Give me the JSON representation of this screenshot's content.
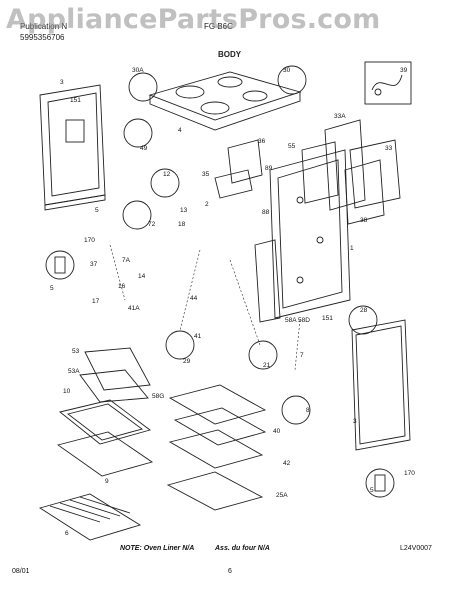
{
  "watermark": "AppliancePartsPros.com",
  "header": {
    "brand": "Publication N",
    "code": "FG  B6C",
    "pub_number": "5995356706",
    "section": "BODY"
  },
  "callouts": [
    "30A",
    "30",
    "39",
    "3",
    "151",
    "4",
    "49",
    "33A",
    "33",
    "55",
    "36",
    "12",
    "35",
    "89",
    "38",
    "88",
    "5",
    "72",
    "13",
    "2",
    "18",
    "170",
    "7A",
    "37",
    "1",
    "14",
    "16",
    "17",
    "41A",
    "44",
    "5",
    "58A",
    "58D",
    "41",
    "151",
    "28",
    "29",
    "21",
    "7",
    "53",
    "53A",
    "58G",
    "10",
    "8",
    "40",
    "9",
    "42",
    "3",
    "170",
    "5",
    "25A",
    "6"
  ],
  "footer": {
    "note": "NOTE: Oven Liner N/A",
    "note_fr": "Ass. du four N/A",
    "diagram_id": "L24V0007",
    "date": "08/01",
    "page": "6"
  }
}
